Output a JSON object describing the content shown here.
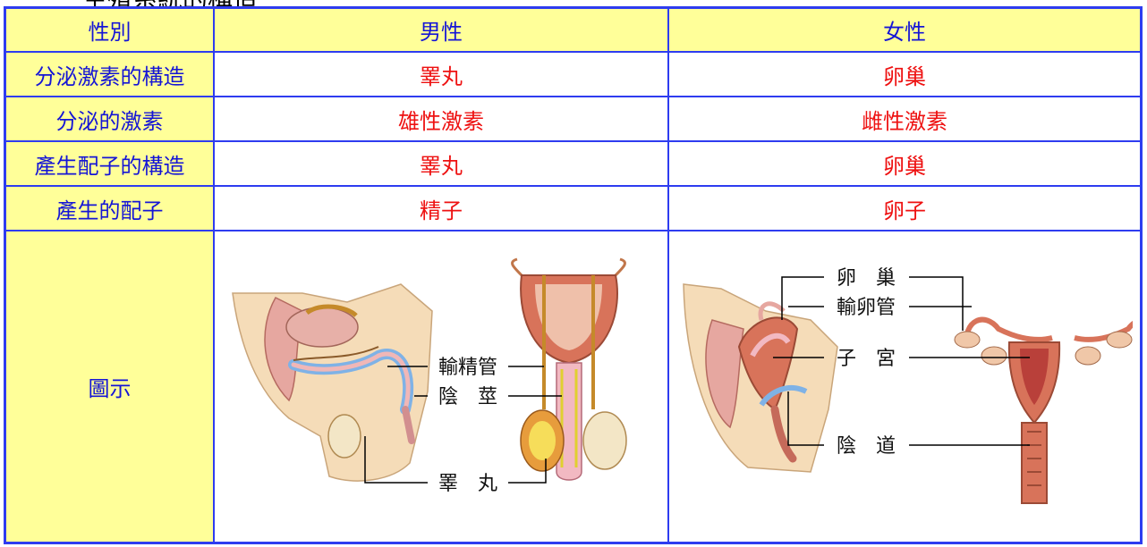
{
  "page": {
    "partial_title": "生殖系統的構造"
  },
  "table": {
    "header": {
      "col0": "性別",
      "col1": "男性",
      "col2": "女性"
    },
    "rows": [
      {
        "label": "分泌激素的構造",
        "male": "睪丸",
        "female": "卵巢"
      },
      {
        "label": "分泌的激素",
        "male": "雄性激素",
        "female": "雌性激素"
      },
      {
        "label": "產生配子的構造",
        "male": "睪丸",
        "female": "卵巢"
      },
      {
        "label": "產生的配子",
        "male": "精子",
        "female": "卵子"
      }
    ],
    "diagram_row_label": "圖示"
  },
  "male_diagram": {
    "labels": {
      "vas_deferens": "輸精管",
      "penis": "陰　莖",
      "testis": "睪　丸"
    }
  },
  "female_diagram": {
    "labels": {
      "ovary": "卵　巢",
      "oviduct": "輸卵管",
      "uterus": "子　宮",
      "vagina": "陰　道"
    }
  },
  "colors": {
    "header_bg": "#ffff99",
    "header_text": "#1515d6",
    "value_text": "#ee1111",
    "border": "#2e3cf0"
  }
}
